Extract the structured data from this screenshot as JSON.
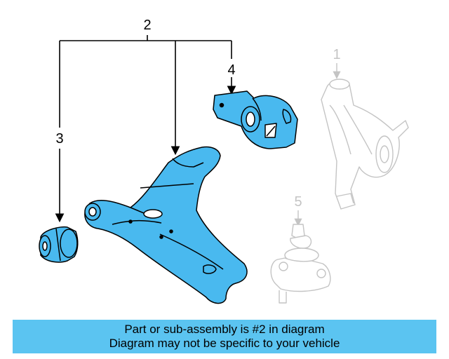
{
  "colors": {
    "highlight_fill": "#49b9ef",
    "faded_line": "#c4c4c4",
    "banner_bg": "#5bc4f1"
  },
  "callouts": {
    "c1": "1",
    "c2": "2",
    "c3": "3",
    "c4": "4",
    "c5": "5"
  },
  "parts": [
    {
      "label": "1",
      "part": "steering-knuckle",
      "highlighted": false
    },
    {
      "label": "2",
      "part": "lower-control-arm",
      "highlighted": true
    },
    {
      "label": "3",
      "part": "front-bushing",
      "highlighted": true
    },
    {
      "label": "4",
      "part": "rear-bushing",
      "highlighted": true
    },
    {
      "label": "5",
      "part": "ball-joint",
      "highlighted": false
    }
  ],
  "banner": {
    "line1": "Part or sub-assembly is #2 in diagram",
    "line2": "Diagram may not be specific to your vehicle"
  }
}
